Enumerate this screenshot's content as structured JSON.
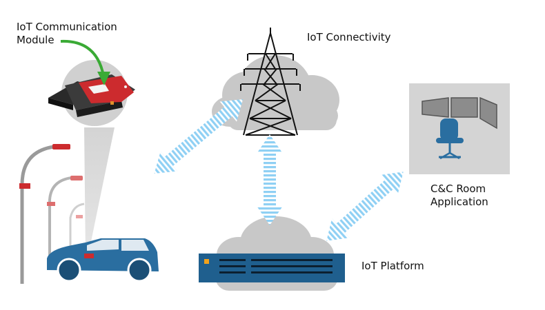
{
  "labels": {
    "module_line1": "IoT Communication",
    "module_line2": "Module",
    "connectivity": "IoT Connectivity",
    "ccroom_line1": "C&C Room",
    "ccroom_line2": "Application",
    "platform": "IoT Platform"
  },
  "colors": {
    "arrow": "#8fd0f4",
    "cloud": "#c8c8c8",
    "car": "#2a6ea0",
    "platform": "#1f5f8e",
    "module_red": "#cc2b2e",
    "green_pointer": "#3aaa35",
    "room_panel": "#d4d4d4"
  },
  "icons": {
    "tower": "transmission-tower-icon",
    "car": "car-icon",
    "module": "communication-module-icon",
    "server": "server-icon",
    "chair": "office-chair-icon",
    "streetlight": "street-lamp-icon",
    "monitors": "monitor-wall-icon"
  }
}
